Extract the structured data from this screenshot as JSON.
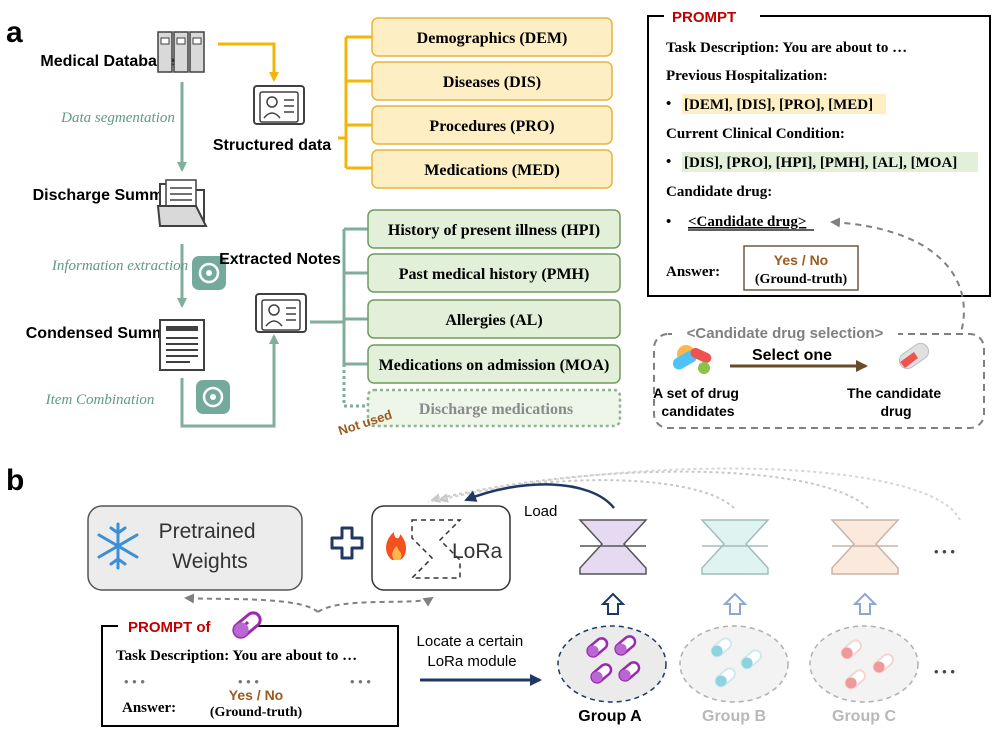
{
  "panel_a": {
    "label": "a",
    "sources": {
      "medical_databases": "Medical Databases",
      "discharge_summary": "Discharge Summary",
      "condensed_summary": "Condensed Summary",
      "structured_data": "Structured data",
      "extracted_notes": "Extracted Notes"
    },
    "steps": {
      "data_segmentation": "Data segmentation",
      "information_extraction": "Information extraction",
      "item_combination": "Item Combination"
    },
    "structured_items": [
      "Demographics (DEM)",
      "Diseases (DIS)",
      "Procedures (PRO)",
      "Medications (MED)"
    ],
    "note_items": [
      "History of present illness (HPI)",
      "Past medical history (PMH)",
      "Allergies (AL)",
      "Medications on admission (MOA)"
    ],
    "unused_item": "Discharge medications",
    "not_used_label": "Not used",
    "prompt": {
      "title": "PROMPT",
      "task": "Task Description: You are about to …",
      "prev_label": "Previous Hospitalization:",
      "prev_items": "[DEM], [DIS], [PRO], [MED]",
      "current_label": "Current Clinical Condition:",
      "current_items": "[DIS], [PRO], [HPI], [PMH], [AL], [MOA]",
      "candidate_label": "Candidate drug:",
      "candidate_value": "<Candidate drug>",
      "answer_label": "Answer:",
      "answer_yesno": "Yes / No",
      "answer_gt": "(Ground-truth)",
      "bullet": "•"
    },
    "selection": {
      "title": "<Candidate drug selection>",
      "select_one": "Select one",
      "set_line1": "A set of drug",
      "set_line2": "candidates",
      "cand_line1": "The candidate",
      "cand_line2": "drug"
    }
  },
  "panel_b": {
    "label": "b",
    "pretrained_line1": "Pretrained",
    "pretrained_line2": "Weights",
    "lora": "LoRa",
    "load": "Load",
    "prompt_title": "PROMPT of",
    "task": "Task Description: You are about to …",
    "dots": "• • •",
    "answer_label": "Answer:",
    "answer_yesno": "Yes / No",
    "answer_gt": "(Ground-truth)",
    "locate_line1": "Locate a certain",
    "locate_line2": "LoRa module",
    "groups": [
      "Group A",
      "Group B",
      "Group C"
    ],
    "ellipsis": "• • •"
  },
  "colors": {
    "yellow_fill": "#fdeec4",
    "yellow_stroke": "#e9b43a",
    "yellow_line": "#f2b705",
    "green_fill": "#e2efd9",
    "green_stroke": "#6f9a5c",
    "teal_line": "#7fae9b",
    "teal_text": "#5f9a86",
    "prompt_red": "#c00000",
    "brown": "#9b5a1e",
    "navy": "#1f3864"
  }
}
